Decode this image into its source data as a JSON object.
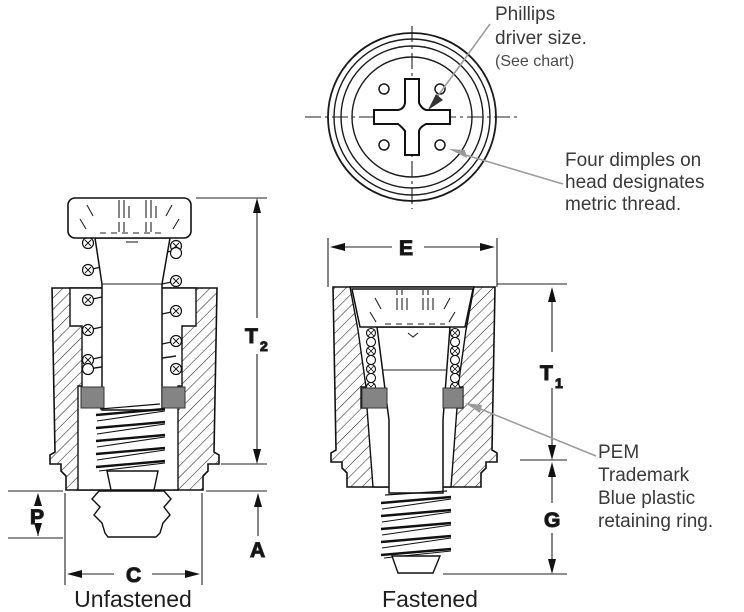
{
  "colors": {
    "ring_gray": "#848484",
    "leader_gray": "#9a9a9a",
    "line": "#1a1a1a",
    "text": "#3a3a3a"
  },
  "annotations": {
    "phillips": {
      "lines": [
        "Phillips",
        "driver size.",
        "(See chart)"
      ]
    },
    "dimples": {
      "lines": [
        "Four dimples on",
        "head designates",
        "metric thread."
      ]
    },
    "pem": {
      "lines": [
        "PEM",
        "Trademark",
        "Blue plastic",
        "retaining ring."
      ]
    }
  },
  "dimensions": {
    "t2": {
      "base": "T",
      "sub": "2"
    },
    "t1": {
      "base": "T",
      "sub": "1"
    },
    "e": {
      "label": "E"
    },
    "g": {
      "label": "G"
    },
    "p": {
      "label": "P"
    },
    "a": {
      "label": "A"
    },
    "c": {
      "label": "C"
    }
  },
  "captions": {
    "unfastened": "Unfastened",
    "fastened": "Fastened"
  }
}
